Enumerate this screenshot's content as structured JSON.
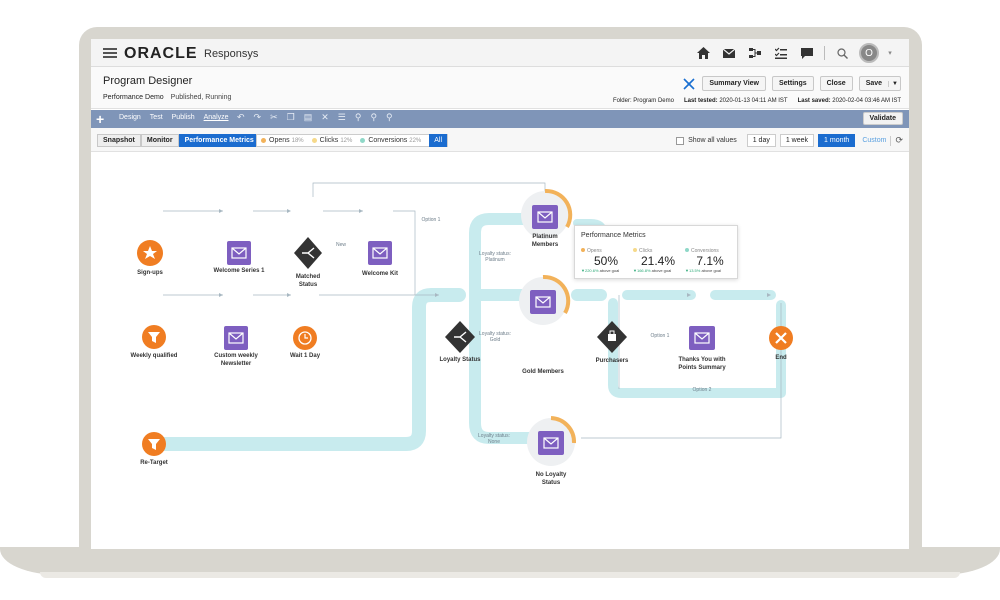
{
  "app": {
    "brand": "ORACLE",
    "product": "Responsys",
    "avatar_initial": "O"
  },
  "header": {
    "title": "Program Designer",
    "program_name": "Performance Demo",
    "status": "Published, Running",
    "buttons": {
      "summary_view": "Summary View",
      "settings": "Settings",
      "close": "Close",
      "save": "Save"
    },
    "folder": "Folder: Program Demo",
    "last_tested_label": "Last tested:",
    "last_tested": "2020-01-13 04:11 AM IST",
    "last_saved_label": "Last saved:",
    "last_saved": "2020-02-04 03:46 AM IST"
  },
  "toolbar": {
    "items": [
      "Design",
      "Test",
      "Publish",
      "Analyze"
    ],
    "validate": "Validate"
  },
  "viewbar": {
    "tabs": [
      "Snapshot",
      "Monitor",
      "Performance Metrics"
    ],
    "legend": {
      "opens": "Opens",
      "opens_pct": "18%",
      "clicks": "Clicks",
      "clicks_pct": "12%",
      "conversions": "Conversions",
      "conversions_pct": "22%",
      "all": "All"
    },
    "show_all": "Show all values",
    "ranges": [
      "1 day",
      "1 week",
      "1 month"
    ],
    "custom": "Custom"
  },
  "colors": {
    "accent": "#1b6ccf",
    "toolbar": "#7f95b8",
    "orange": "#f07d22",
    "purple": "#7e5fc0",
    "diamond": "#333333",
    "flow": "#c8ebee",
    "opens": "#f2b25a",
    "clicks": "#f6d98a",
    "conversions": "#8fd8c8"
  },
  "nodes": {
    "signups": "Sign-ups",
    "welcome_series": "Welcome Series 1",
    "matched_status": "Matched Status",
    "welcome_kit": "Welcome Kit",
    "weekly_qualified": "Weekly qualified",
    "custom_newsletter": "Custom weekly Newsletter",
    "wait": "Wait 1 Day",
    "loyalty_status": "Loyalty Status",
    "platinum": "Platinum Members",
    "gold": "Gold Members",
    "no_loyalty": "No Loyalty Status",
    "purchasers": "Purchasers",
    "thanks": "Thanks You with Points Summary",
    "end": "End",
    "retarget": "Re-Target"
  },
  "paths": {
    "option1_top": "Option 1",
    "new": "New",
    "platinum": "Loyalty status: Platinum",
    "gold": "Loyalty status: Gold",
    "none": "Loyalty status: None",
    "option1": "Option 1",
    "option2": "Option 2"
  },
  "metrics": {
    "title": "Performance Metrics",
    "opens_label": "Opens",
    "opens_value": "50%",
    "opens_sub": "220.6%",
    "opens_sub_label": "above goal",
    "clicks_label": "Clicks",
    "clicks_value": "21.4%",
    "clicks_sub": "166.8%",
    "clicks_sub_label": "above goal",
    "conversions_label": "Conversions",
    "conversions_value": "7.1%",
    "conversions_sub": "13.5%",
    "conversions_sub_label": "above goal"
  }
}
